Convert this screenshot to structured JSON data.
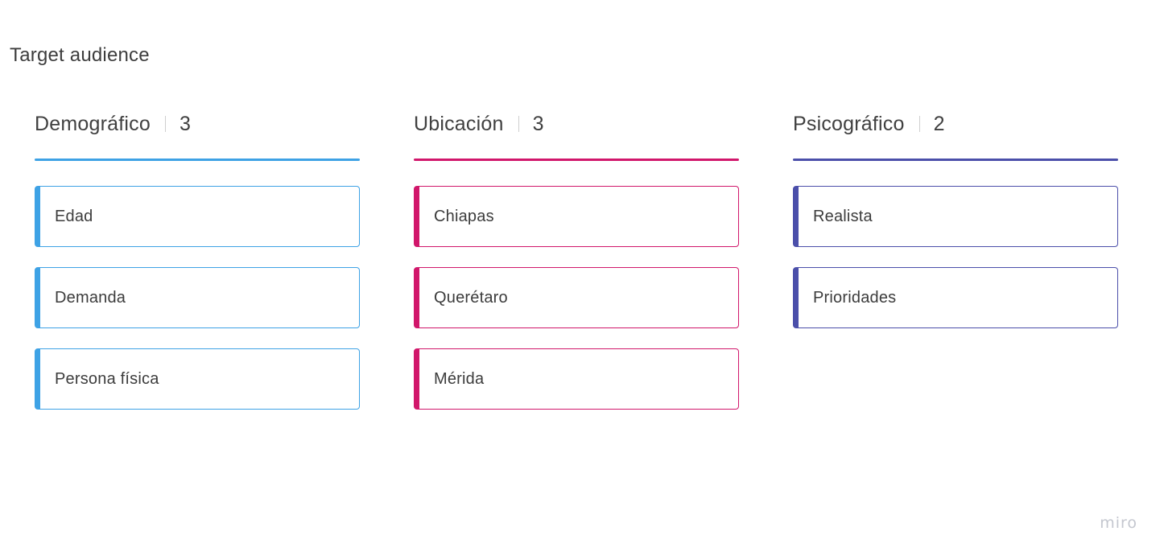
{
  "board": {
    "title": "Target audience"
  },
  "columns": [
    {
      "name": "Demográfico",
      "count": "3",
      "color": "#3ea2e5",
      "cards": [
        "Edad",
        "Demanda",
        "Persona física"
      ]
    },
    {
      "name": "Ubicación",
      "count": "3",
      "color": "#d1176b",
      "cards": [
        "Chiapas",
        "Querétaro",
        "Mérida"
      ]
    },
    {
      "name": "Psicográfico",
      "count": "2",
      "color": "#4b4faa",
      "cards": [
        "Realista",
        "Prioridades"
      ]
    }
  ],
  "watermark": {
    "text": "miro"
  }
}
